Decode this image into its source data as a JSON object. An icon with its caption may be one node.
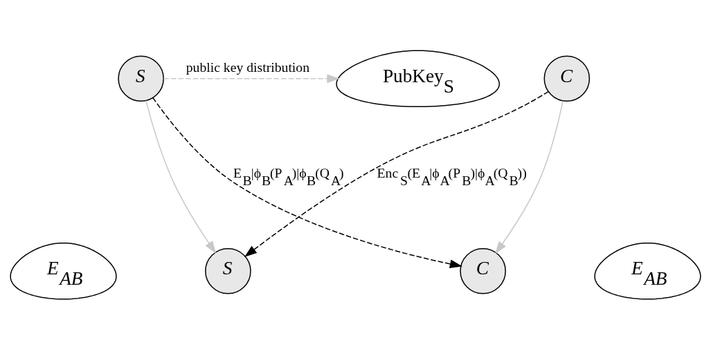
{
  "diagram": {
    "nodes": [
      {
        "text": [
          "S"
        ]
      },
      {
        "text": [
          "C"
        ]
      },
      {
        "text": [
          "PubKey$_{S}$"
        ]
      },
      {
        "text": [
          "E$_{AB}$"
        ]
      },
      {
        "text": [
          "S"
        ]
      },
      {
        "text": [
          "C"
        ]
      },
      {
        "text": [
          "E$_{AB}$"
        ]
      }
    ],
    "edges": [
      {
        "from": 0,
        "to": 2,
        "arrow": "to",
        "style": "dashed",
        "label": "public key distribution"
      },
      {
        "from": 0,
        "to": 4,
        "arrow": "to"
      },
      {
        "from": 0,
        "to": 5,
        "arrow": "to",
        "style": "dashed",
        "color": "#000000",
        "label": "E$_{B}$|ϕ$_{B}$(P$_{A}$)|ϕ$_{B}$(Q$_{A}$)"
      },
      {
        "from": 1,
        "to": 4,
        "arrow": "to",
        "style": "dashed",
        "color": "#000000",
        "label": "Enc$_{S}$(E$_{A}$|ϕ$_{A}$(P$_{B}$)|ϕ$_{A}$(Q$_{B}$))"
      },
      {
        "from": 1,
        "to": 5,
        "arrow": "to"
      }
    ]
  }
}
